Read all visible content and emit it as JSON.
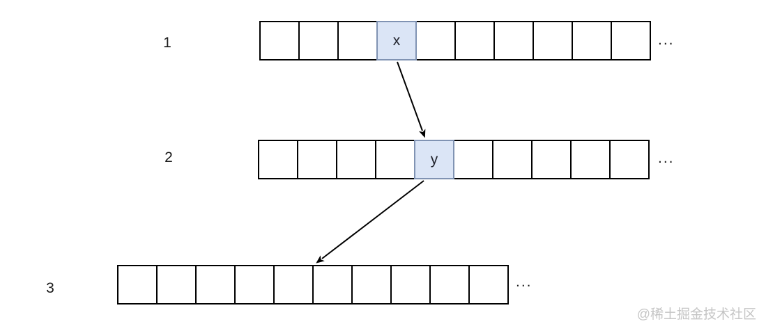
{
  "diagram": {
    "rows": [
      {
        "label": "1",
        "cells": [
          "",
          "",
          "",
          "x",
          "",
          "",
          "",
          "",
          "",
          ""
        ],
        "highlight_index": 3,
        "ellipsis": "..."
      },
      {
        "label": "2",
        "cells": [
          "",
          "",
          "",
          "",
          "y",
          "",
          "",
          "",
          "",
          ""
        ],
        "highlight_index": 4,
        "ellipsis": "..."
      },
      {
        "label": "3",
        "cells": [
          "",
          "",
          "",
          "",
          "",
          "",
          "",
          "",
          "",
          ""
        ],
        "highlight_index": -1,
        "ellipsis": "..."
      }
    ],
    "highlight": {
      "fill": "#dbe5f6",
      "border": "#8093b3"
    },
    "cell_border_color": "#000000",
    "arrow_color": "#000000",
    "arrows": [
      {
        "name": "arrow-x-to-y",
        "from": "x",
        "to": "y"
      },
      {
        "name": "arrow-y-to-row-3",
        "from": "y",
        "to": "row 3"
      }
    ]
  },
  "watermark": {
    "text": "@稀土掘金技术社区",
    "color": "#c5c5c5"
  }
}
